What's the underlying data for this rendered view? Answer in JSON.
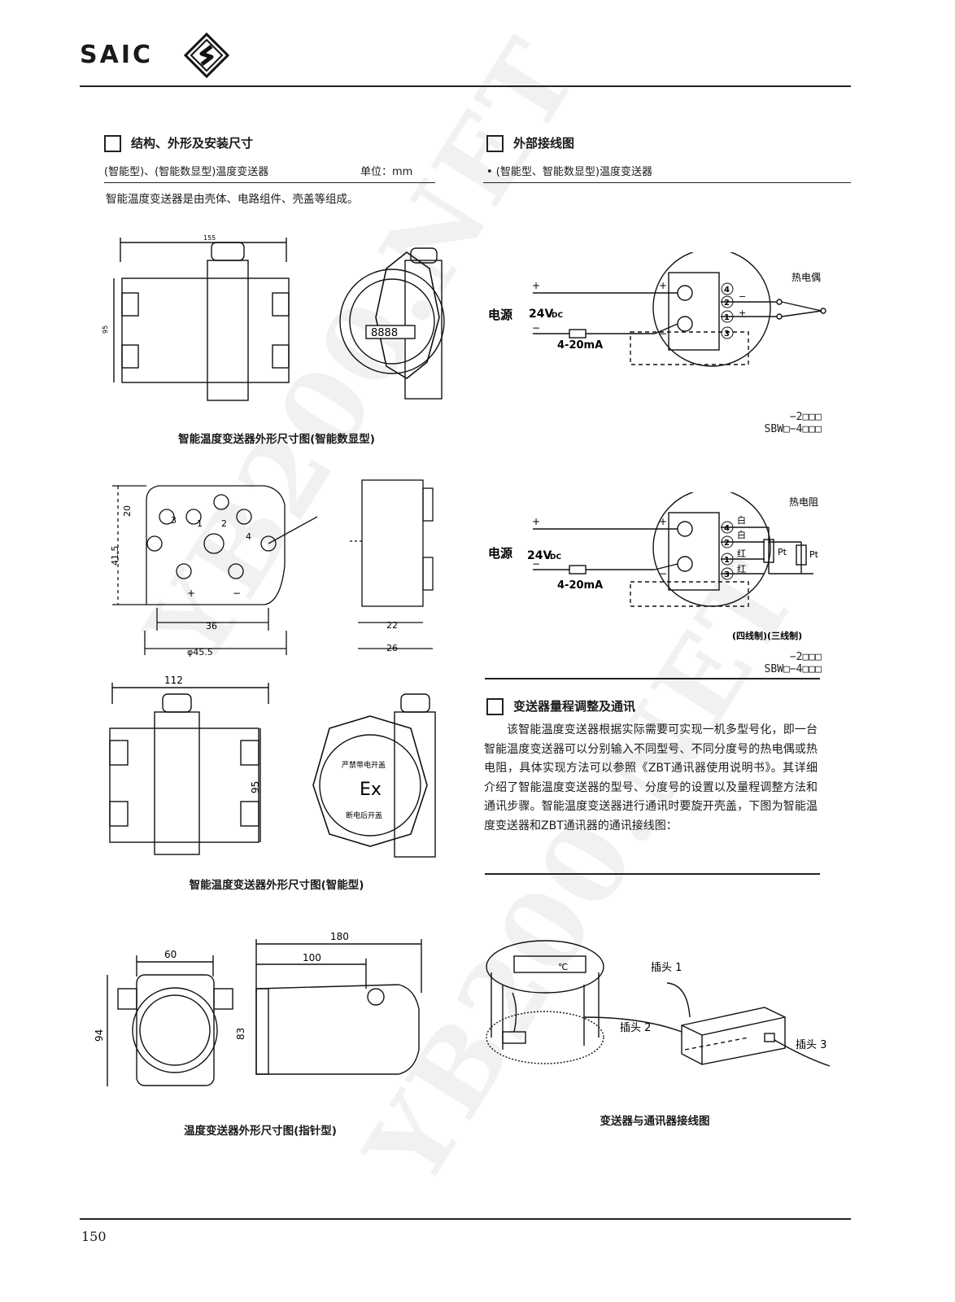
{
  "header": {
    "logo_text": "SAIC"
  },
  "watermark": "YB200.NET",
  "left": {
    "section_title": "结构、外形及安装尺寸",
    "subtitle": "(智能型)、(智能数显型)温度变送器",
    "unit": "单位：mm",
    "intro": "智能温度变送器是由壳体、电路组件、壳盖等组成。",
    "fig1": {
      "caption": "智能温度变送器外形尺寸图(智能数显型)",
      "dim_width": "155",
      "dim_height": "95",
      "display": "8888"
    },
    "fig2": {
      "dim_20": "20",
      "dim_415": "41.5",
      "dim_36": "36",
      "dim_455": "φ45.5",
      "dim_22": "22",
      "dim_26": "26",
      "t1": "1",
      "t2": "2",
      "t3": "3",
      "t4": "4",
      "plus": "+",
      "minus": "−"
    },
    "fig3": {
      "caption": "智能温度变送器外形尺寸图(智能型)",
      "dim_width": "112",
      "dim_height": "95",
      "ex": "Ex",
      "warn": "严禁带电开盖",
      "warn2": "断电后开盖"
    },
    "fig4": {
      "caption": "温度变送器外形尺寸图(指针型)",
      "dim_60": "60",
      "dim_94": "94",
      "dim_180": "180",
      "dim_100": "100",
      "dim_83": "83"
    }
  },
  "right": {
    "section_title": "外部接线图",
    "subtitle": "• (智能型、智能数显型)温度变送器",
    "wiring1": {
      "sensor": "热电偶",
      "power": "电源",
      "voltage": "24V",
      "voltage_sub": "DC",
      "current": "4-20mA",
      "plus": "+",
      "minus": "−",
      "n4": "4",
      "n2": "2",
      "n1": "1",
      "n3": "3",
      "model_top": "−2□□□",
      "model_bottom": "SBW□−4□□□"
    },
    "wiring2": {
      "sensor": "热电阻",
      "power": "电源",
      "voltage": "24V",
      "voltage_sub": "DC",
      "current": "4-20mA",
      "plus": "+",
      "minus": "−",
      "w1": "白",
      "w2": "白",
      "r1": "红",
      "r2": "红",
      "pt": "Pt",
      "n4": "4",
      "n2": "2",
      "n1": "1",
      "n3": "3",
      "note": "(四线制)(三线制)",
      "model_top": "−2□□□",
      "model_bottom": "SBW□−4□□□"
    },
    "range_section": {
      "title": "变送器量程调整及通讯",
      "paragraph": "该智能温度变送器根据实际需要可实现一机多型号化，即一台智能温度变送器可以分别输入不同型号、不同分度号的热电偶或热电阻，具体实现方法可以参照《ZBT通讯器使用说明书》。其详细介绍了智能温度变送器的型号、分度号的设置以及量程调整方法和通讯步骤。智能温度变送器进行通讯时要旋开壳盖，下图为智能温度变送器和ZBT通讯器的通讯接线图："
    },
    "comm_fig": {
      "caption": "变送器与通讯器接线图",
      "plug1": "插头 1",
      "plug2": "插头 2",
      "plug3": "插头 3",
      "unit": "℃"
    }
  },
  "footer": {
    "page_number": "150"
  }
}
